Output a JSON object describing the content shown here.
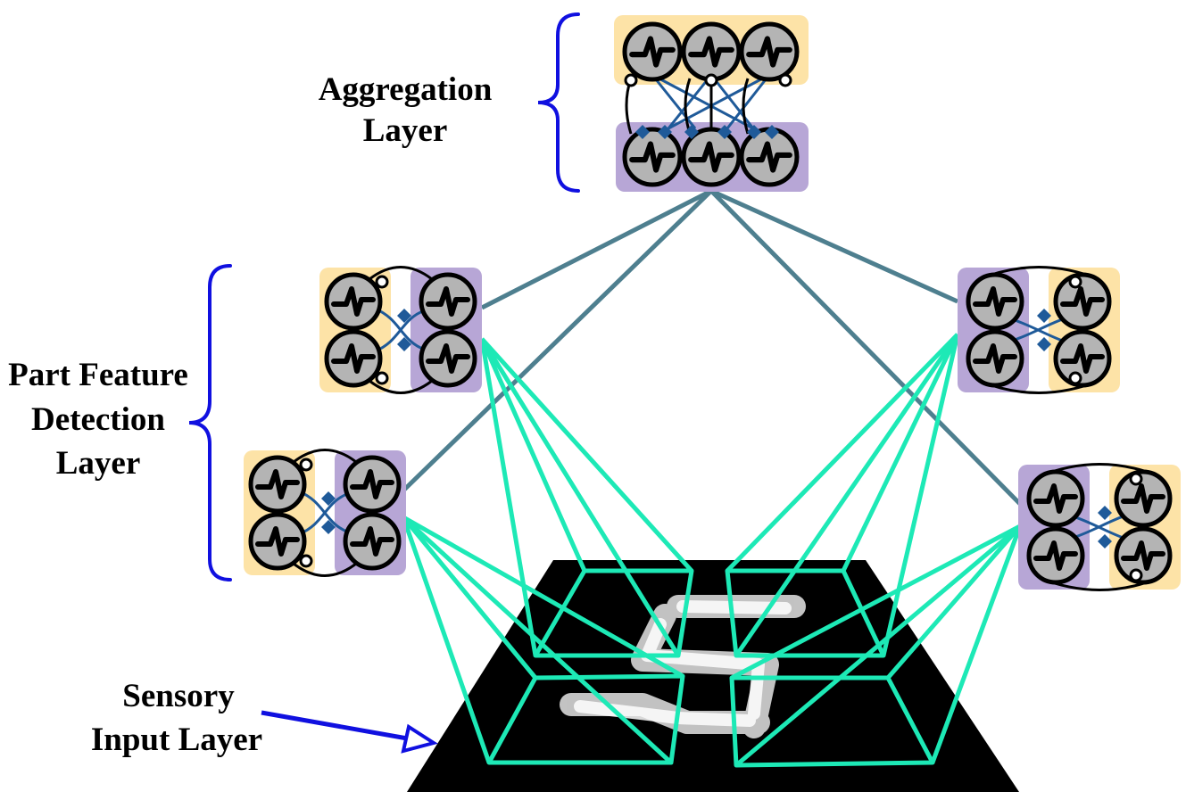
{
  "labels": {
    "aggregation_line1": "Aggregation",
    "aggregation_line2": "Layer",
    "part_line1": "Part Feature",
    "part_line2": "Detection",
    "part_line3": "Layer",
    "sensory_line1": "Sensory",
    "sensory_line2": "Input Layer"
  },
  "colors": {
    "excitatory_panel": "#fde3a7",
    "inhibitory_panel": "#b7a6d6",
    "synapse_link": "#1f5a99",
    "projection_line": "#4e7f8f",
    "receptive_field": "#1de9b6",
    "brace": "#1010e0",
    "neuron_fill": "#b4b4b4"
  },
  "icons": {
    "neuron": "spiking-neuron-icon",
    "brace": "curly-brace-icon",
    "arrow": "hollow-arrow-icon"
  }
}
